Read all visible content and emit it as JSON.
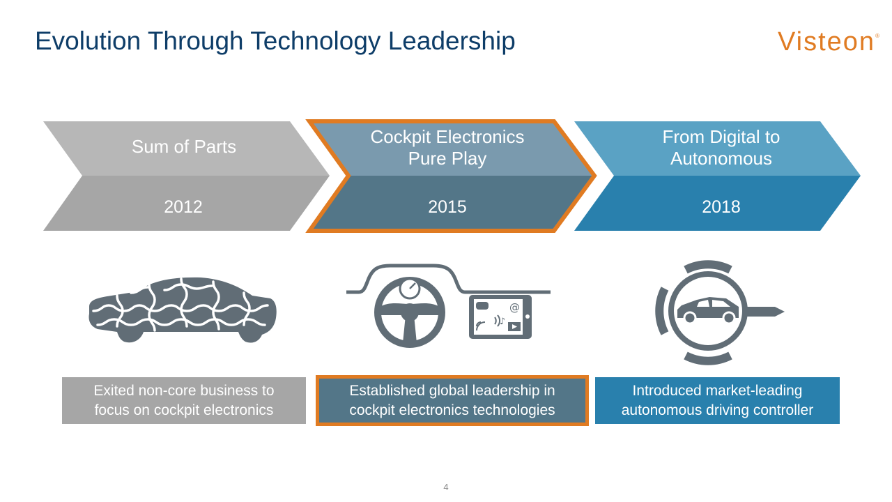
{
  "slide": {
    "title": "Evolution Through Technology Leadership",
    "logo_text": "Visteon",
    "logo_mark": "®",
    "page_number": "4",
    "colors": {
      "title": "#0e3d68",
      "logo": "#e07b22",
      "highlight_border": "#e07b22"
    }
  },
  "stages": [
    {
      "label_line1": "Sum of Parts",
      "label_line2": "",
      "year": "2012",
      "description_line1": "Exited non-core business to",
      "description_line2": "focus on cockpit electronics",
      "icon": "puzzle-car-icon",
      "top_color": "#b7b7b7",
      "bottom_color": "#a6a6a6"
    },
    {
      "label_line1": "Cockpit Electronics",
      "label_line2": "Pure Play",
      "year": "2015",
      "description_line1": "Established global leadership in",
      "description_line2": "cockpit electronics technologies",
      "icon": "cockpit-dashboard-icon",
      "top_color": "#7a9aae",
      "bottom_color": "#537688",
      "highlighted": true
    },
    {
      "label_line1": "From Digital to",
      "label_line2": "Autonomous",
      "year": "2018",
      "description_line1": "Introduced market-leading",
      "description_line2": "autonomous driving controller",
      "icon": "autonomous-car-icon",
      "top_color": "#5aa2c4",
      "bottom_color": "#2980ad"
    }
  ]
}
